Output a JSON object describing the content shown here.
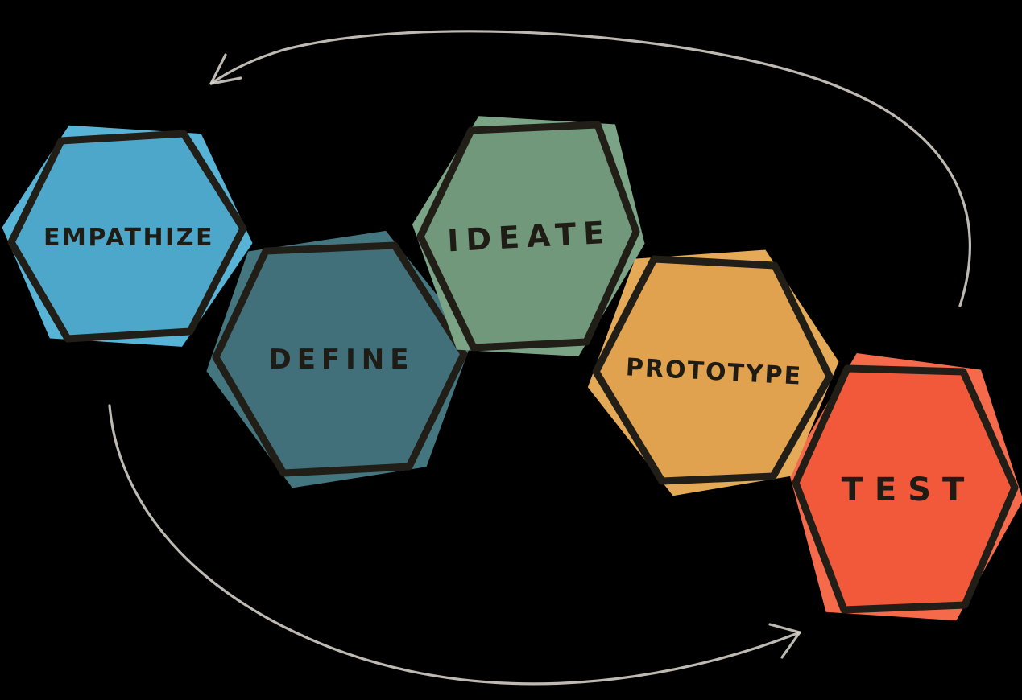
{
  "diagram": {
    "type": "cycle",
    "background_color": "#000000",
    "arrow_color": "#d8d4cc",
    "outline_color": "#211d17",
    "text_color": "#1f1b15",
    "nodes": [
      {
        "label": "EMPATHIZE",
        "color": "#4da7cb",
        "splash": "#58b4d6"
      },
      {
        "label": "DEFINE",
        "color": "#41707a",
        "splash": "#43767f"
      },
      {
        "label": "IDEATE",
        "color": "#71987a",
        "splash": "#7ba385"
      },
      {
        "label": "PROTOTYPE",
        "color": "#e1a24f",
        "splash": "#e4aa57"
      },
      {
        "label": "TEST",
        "color": "#f2593a",
        "splash": "#f46a4b"
      }
    ],
    "arrows": [
      {
        "name": "top-arc",
        "direction": "right-to-left"
      },
      {
        "name": "bottom-arc",
        "direction": "left-to-right"
      }
    ]
  }
}
